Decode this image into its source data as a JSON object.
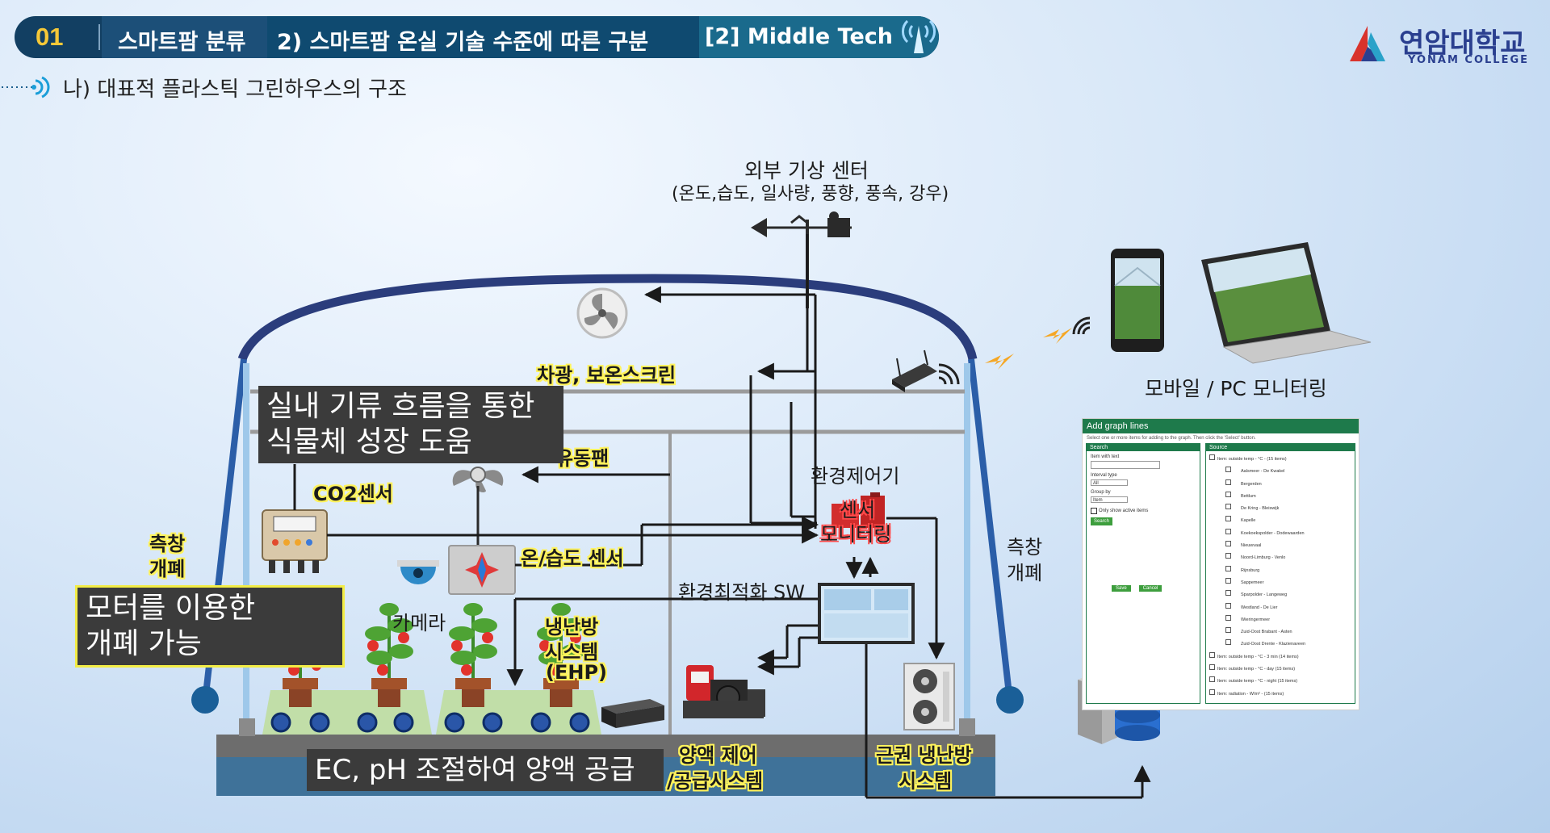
{
  "header": {
    "number": "01",
    "section": "스마트팜 분류",
    "title": "2) 스마트팜 온실 기술 수준에 따른 구분",
    "tag": "[2] Middle Tech"
  },
  "subtitle": "나) 대표적 플라스틱 그린하우스의 구조",
  "logo": {
    "name_ko": "연암대학교",
    "name_en": "YONAM COLLEGE"
  },
  "weather": {
    "title": "외부 기상 센터",
    "detail": "(온도,습도, 일사량, 풍향, 풍속, 강우)"
  },
  "labels": {
    "screen": "차광, 보온스크린",
    "fan": "유동팬",
    "co2": "CO2센서",
    "th_sensor": "온/습도 센서",
    "camera": "카메라",
    "hvac_line1": "냉난방",
    "hvac_line2": "시스템",
    "hvac_line3": "(EHP)",
    "env_ctrl": "환경제어기",
    "sensor_mon_1": "센서",
    "sensor_mon_2": "모니터링",
    "env_sw": "환경최적화 SW",
    "side_left_1": "측창",
    "side_left_2": "개폐",
    "side_right_1": "측창",
    "side_right_2": "개폐",
    "nutrient_1": "양액 제어",
    "nutrient_2": "/공급시스템",
    "root_1": "근권 냉난방",
    "root_2": "시스템",
    "mobile": "모바일  / PC 모니터링"
  },
  "callouts": {
    "airflow_1": "실내 기류 흐름을 통한",
    "airflow_2": "식물체 성장 도움",
    "motor_1": "모터를 이용한",
    "motor_2": "개폐 가능",
    "ec": "EC, pH 조절하여 양액 공급"
  },
  "screen_panel": {
    "title": "Add graph lines",
    "hint": "Select one or more items for adding to the graph. Then click the 'Select' button.",
    "col_search": "Search",
    "col_source": "Source",
    "search_fields": [
      "Item with text",
      "Interval type",
      "Group by"
    ],
    "select_values": [
      "All",
      "Item"
    ],
    "only_active": "Only show active items",
    "search_btn": "Search",
    "save_btn": "Save",
    "cancel_btn": "Cancel",
    "source_items": [
      "Item: outside temp - °C - (15 items)",
      "Aalsmeer - De Kwakel",
      "Bergerden",
      "Bettlum",
      "De Kring - Bleiswijk",
      "Kapelle",
      "Koekoekspolder - Dodewaarden",
      "Nieuwvaal",
      "Noord-Limburg - Venlo",
      "Rijnsburg",
      "Sappemeer",
      "Sparpolder - Langeweg",
      "Westland - De Lier",
      "Wieringermeer",
      "Zuid-Oost Brabant - Asten",
      "Zuid-Oost Drente - Klazienaveen",
      "Item: outside temp - °C - 3 min (14 items)",
      "Item: outside temp - °C - day (15 items)",
      "Item: outside temp - °C - night (15 items)",
      "Item: radiation - W/m² - (15 items)"
    ]
  },
  "colors": {
    "header_dark": "#123f62",
    "header_accent": "#f5c838",
    "frame": "#2b3d7c",
    "highlight": "#fff35c",
    "panel_green": "#1e7a4b"
  }
}
